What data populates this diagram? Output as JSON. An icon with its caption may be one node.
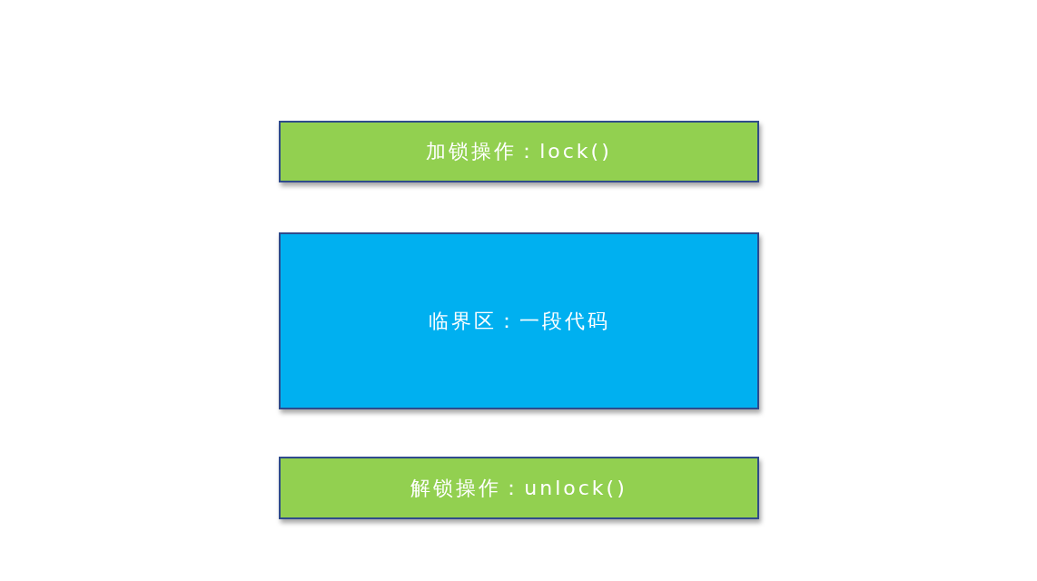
{
  "diagram": {
    "nodes": [
      {
        "text": [
          "加锁操作：lock()"
        ]
      },
      {
        "text": [
          "临界区：一段代码"
        ]
      },
      {
        "text": [
          "解锁操作：unlock()"
        ]
      }
    ]
  }
}
